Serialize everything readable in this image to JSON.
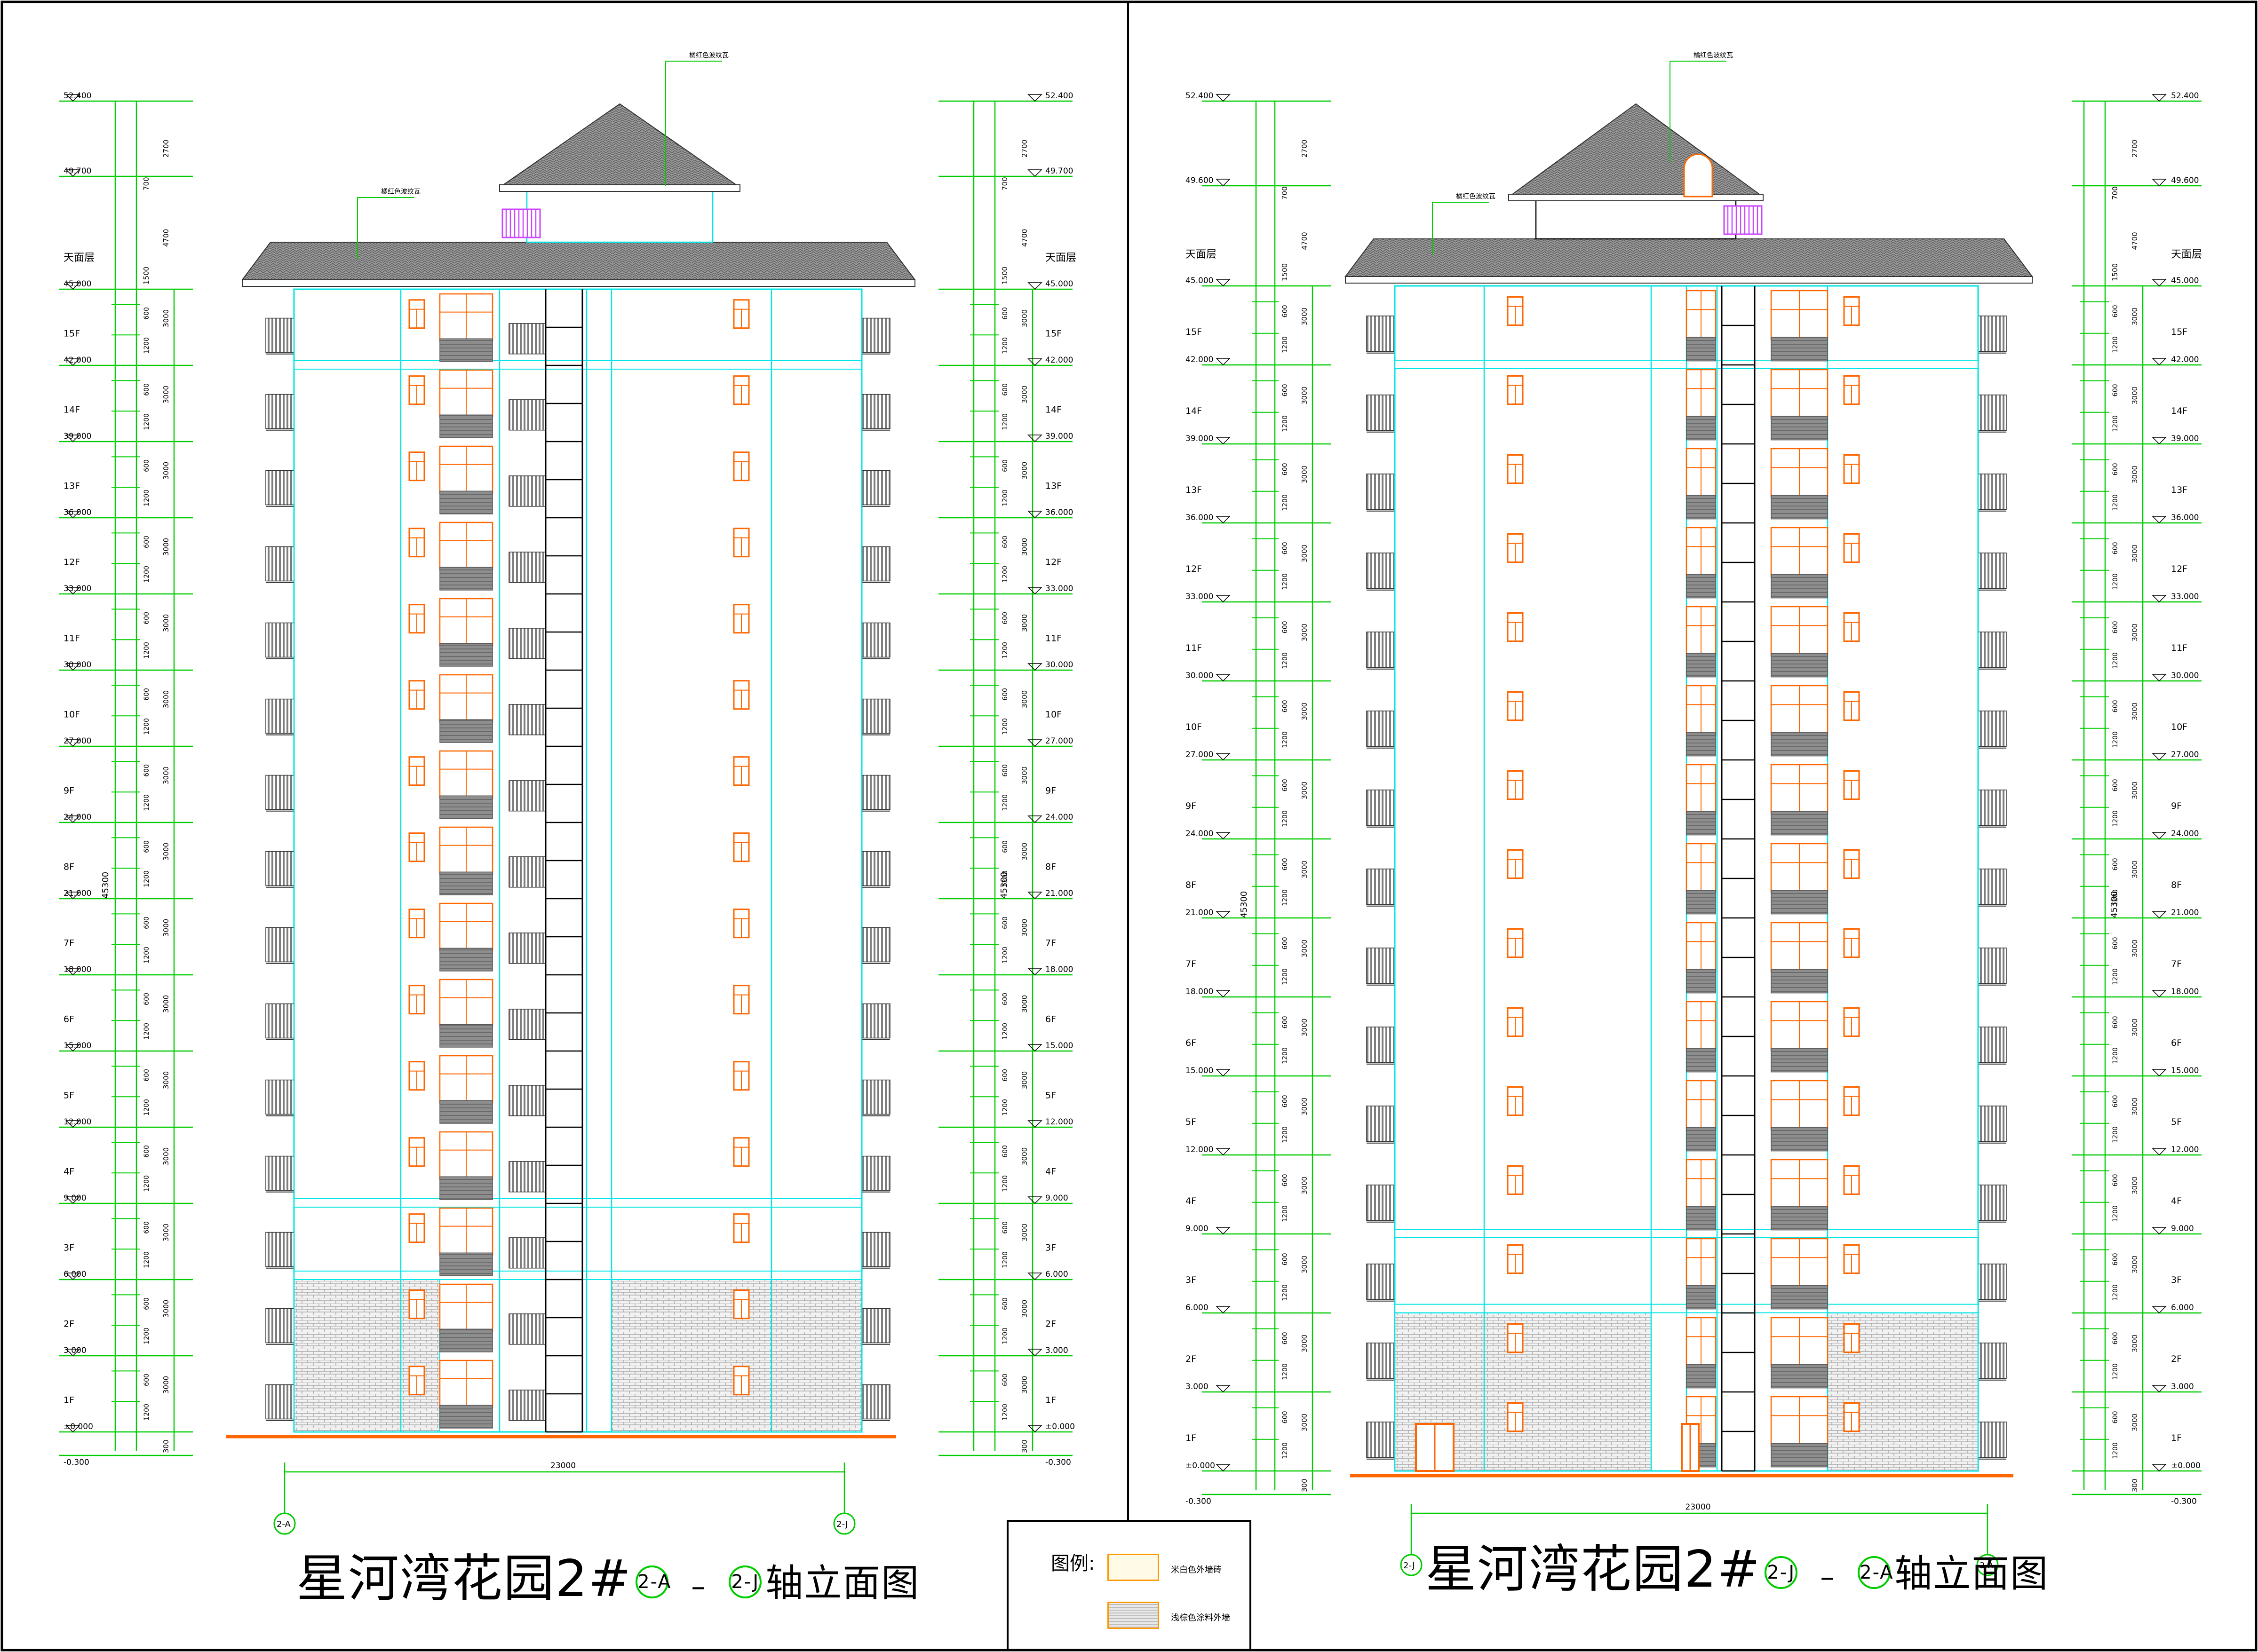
{
  "sheets": [
    {
      "id": "left",
      "title": "星河湾花园2#",
      "axis_from": "2-A",
      "dash": "–",
      "axis_to": "2-J",
      "title_suffix": "轴立面图",
      "grid_start": "2-A",
      "grid_end": "2-J",
      "width_dim": "23000",
      "total_height_dim": "45300",
      "roof_label": "天面层",
      "roof_level": "45.000",
      "top_level": "52.400",
      "mid_level": "49.700",
      "bottom_level": "-0.300",
      "roof_tile_note": "橘红色波纹瓦"
    },
    {
      "id": "right",
      "title": "星河湾花园2#",
      "axis_from": "2-J",
      "dash": "–",
      "axis_to": "2-A",
      "title_suffix": "轴立面图",
      "grid_start": "2-J",
      "grid_end": "2-A",
      "width_dim": "23000",
      "total_height_dim": "45300",
      "roof_label": "天面层",
      "roof_level": "45.000",
      "top_level": "52.400",
      "mid_level": "49.600",
      "bottom_level": "-0.300",
      "roof_tile_note": "橘红色波纹瓦"
    }
  ],
  "floors": [
    {
      "name": "1F",
      "level": "±0.000"
    },
    {
      "name": "2F",
      "level": "3.000"
    },
    {
      "name": "3F",
      "level": "6.000"
    },
    {
      "name": "4F",
      "level": "9.000"
    },
    {
      "name": "5F",
      "level": "12.000"
    },
    {
      "name": "6F",
      "level": "15.000"
    },
    {
      "name": "7F",
      "level": "18.000"
    },
    {
      "name": "8F",
      "level": "21.000"
    },
    {
      "name": "9F",
      "level": "24.000"
    },
    {
      "name": "10F",
      "level": "27.000"
    },
    {
      "name": "11F",
      "level": "30.000"
    },
    {
      "name": "12F",
      "level": "33.000"
    },
    {
      "name": "13F",
      "level": "36.000"
    },
    {
      "name": "14F",
      "level": "39.000"
    },
    {
      "name": "15F",
      "level": "42.000"
    }
  ],
  "dims": {
    "floor": "3000",
    "seg_a": "1200",
    "seg_b": "600",
    "base": "300",
    "top_a": "2700",
    "top_b": "700",
    "top_c": "4700",
    "roof_a": "1500"
  },
  "legend": {
    "title": "图例:",
    "item1": "米白色外墙砖",
    "item2": "浅棕色涂料外墙"
  },
  "colors": {
    "frame": "#000000",
    "outline": "#00e5e5",
    "window": "#ff6600",
    "dimension": "#00cc00",
    "roof": "#7a7a7a",
    "railing": "#8a8a8a",
    "accent": "#cc44ff",
    "grid_bubble": "#00cc00"
  }
}
